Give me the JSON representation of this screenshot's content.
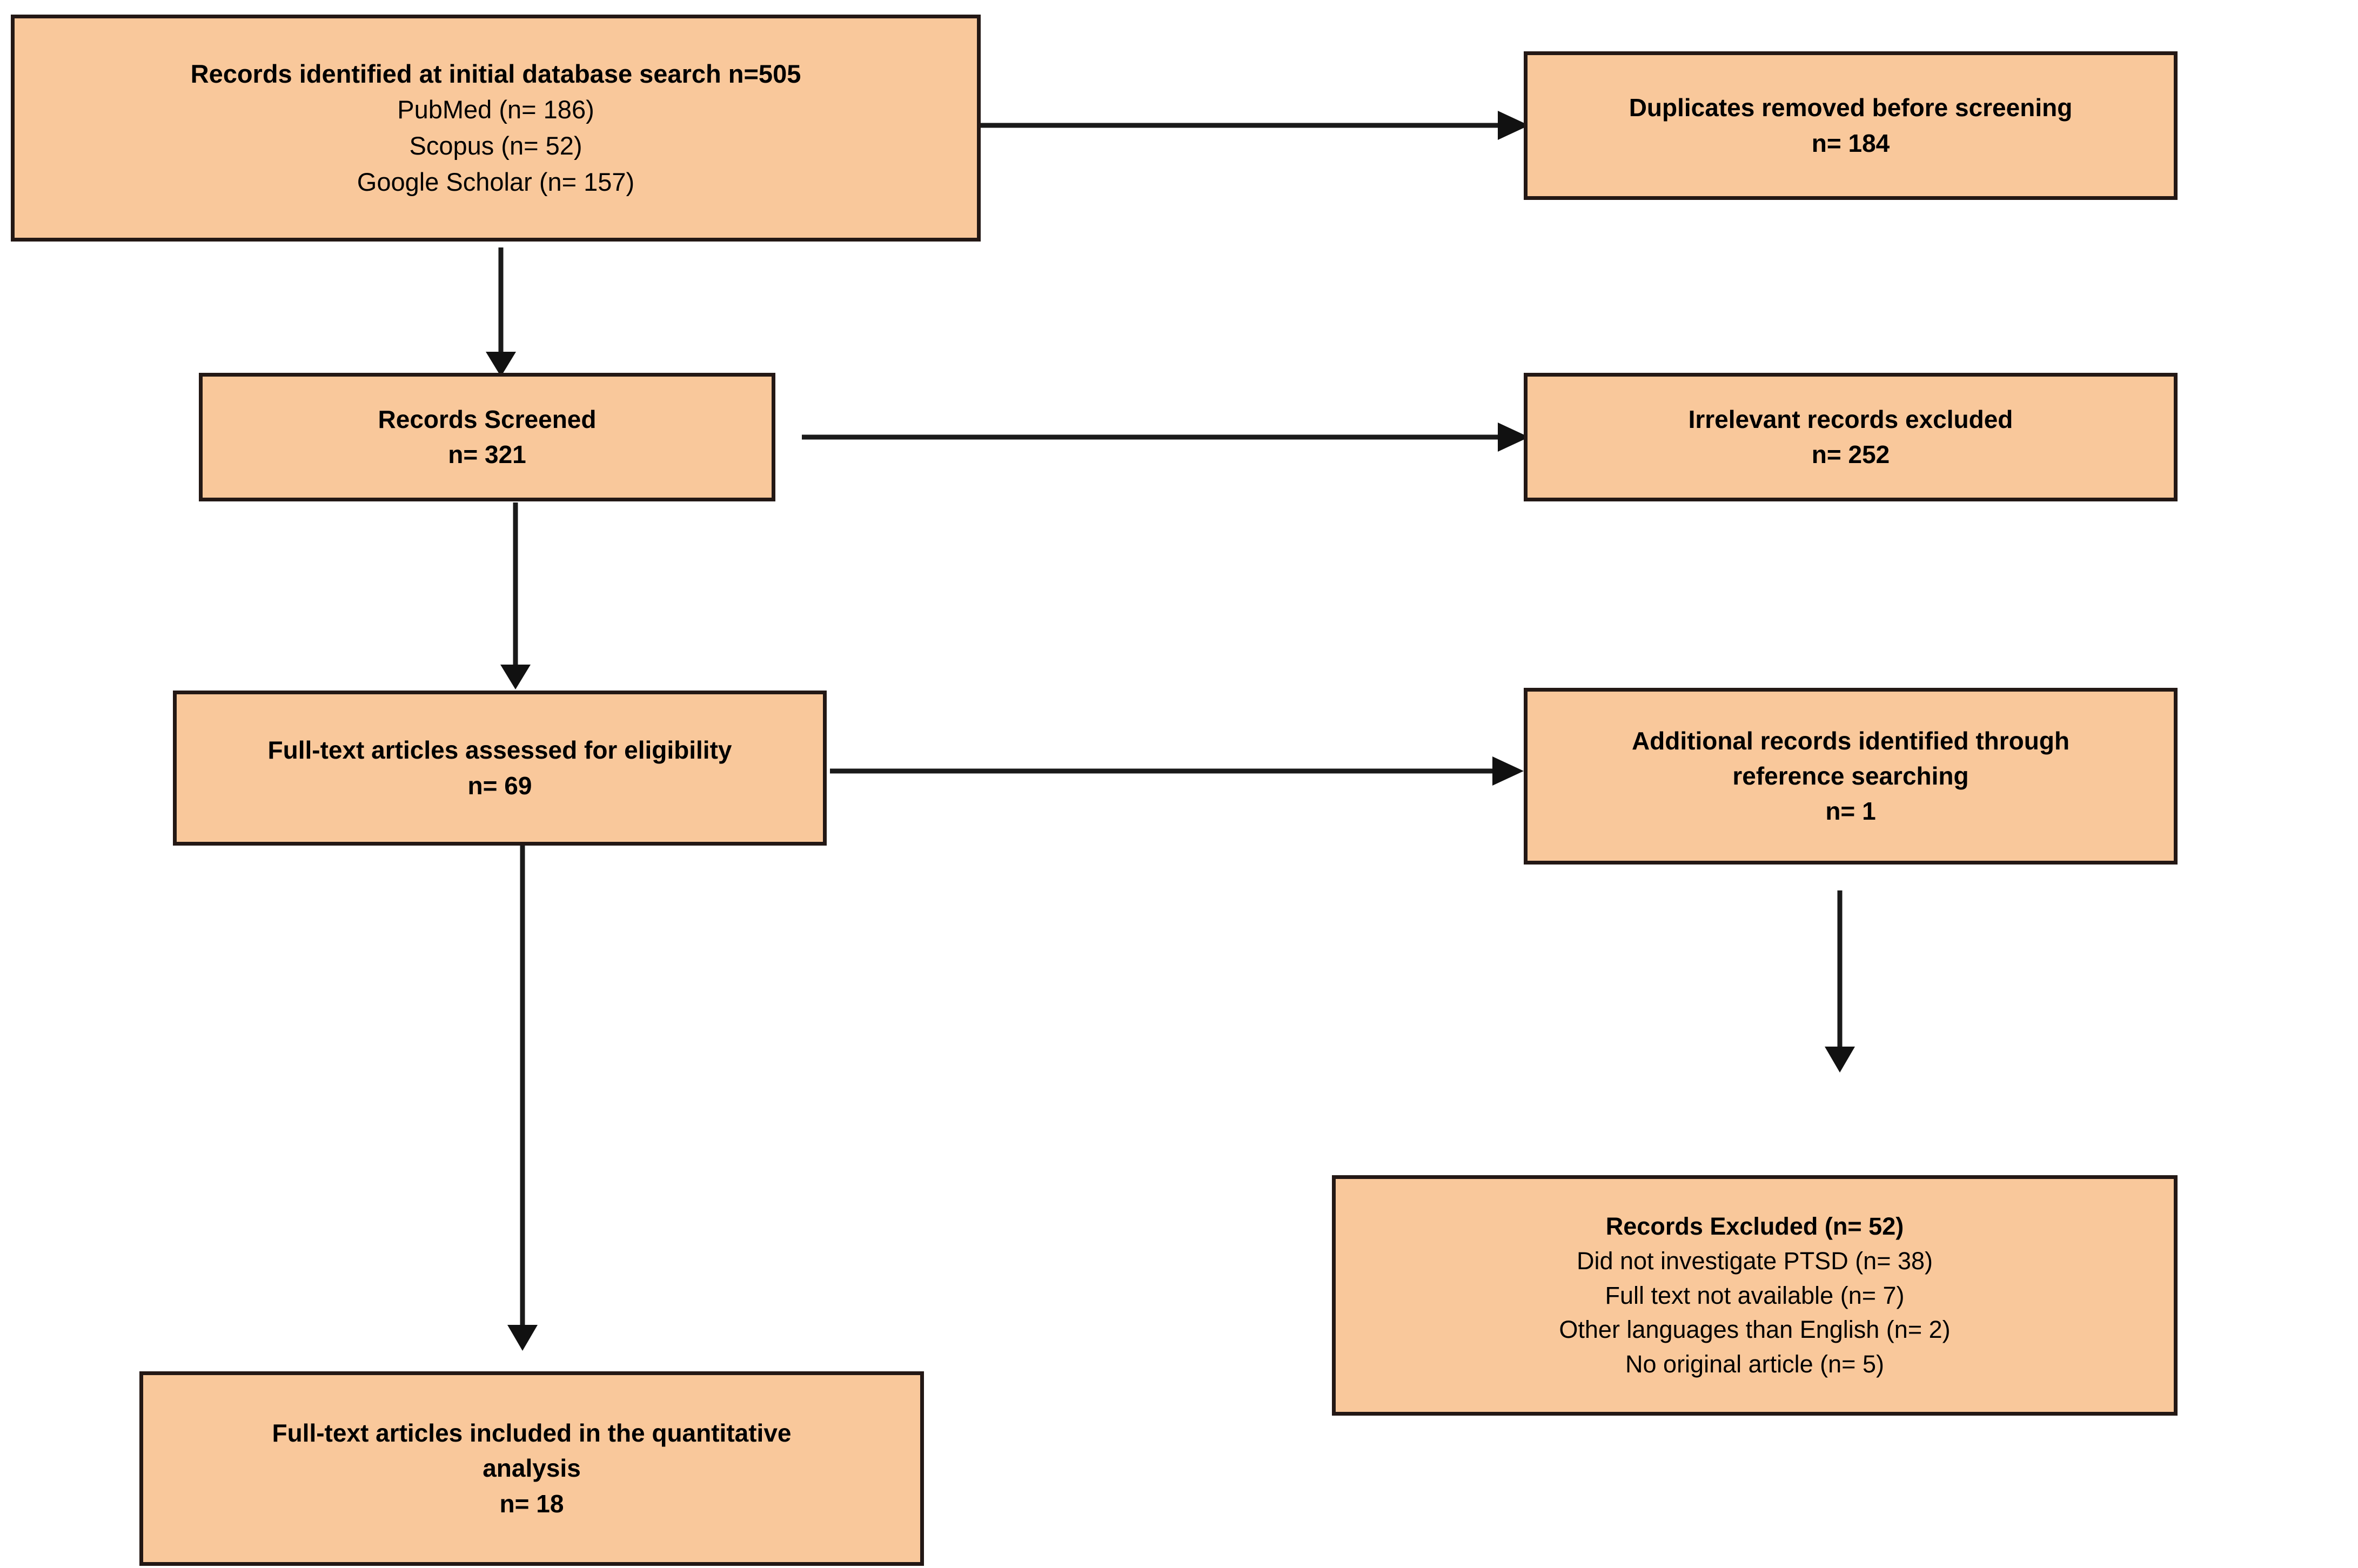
{
  "diagram": {
    "title": "PRISMA study selection flow diagram",
    "colors": {
      "box_fill": "#F9C89B",
      "box_border": "#231815",
      "connector": "#1a1a1a",
      "background": "#FFFFFF",
      "text": "#000000"
    },
    "nodes": {
      "identified": {
        "name": "records-identified",
        "lines": [
          {
            "text": "Records identified at initial database search n=505",
            "bold": true
          },
          {
            "text": "PubMed (n= 186)",
            "bold": false
          },
          {
            "text": "Scopus (n= 52)",
            "bold": false
          },
          {
            "text": "Google Scholar (n= 157)",
            "bold": false
          }
        ]
      },
      "duplicates": {
        "name": "duplicates-removed",
        "lines": [
          {
            "text": "Duplicates removed before screening",
            "bold": true
          },
          {
            "text": "n= 184",
            "bold": true
          }
        ]
      },
      "screened": {
        "name": "records-screened",
        "lines": [
          {
            "text": "Records Screened",
            "bold": true
          },
          {
            "text": "n= 321",
            "bold": true
          }
        ]
      },
      "irrelevant": {
        "name": "irrelevant-records-excluded",
        "lines": [
          {
            "text": "Irrelevant records excluded",
            "bold": true
          },
          {
            "text": "n= 252",
            "bold": true
          }
        ]
      },
      "eligibility": {
        "name": "full-text-assessed",
        "lines": [
          {
            "text": "Full-text articles assessed for eligibility",
            "bold": true
          },
          {
            "text": "n= 69",
            "bold": true
          }
        ]
      },
      "additional": {
        "name": "additional-records-reference-searching",
        "lines": [
          {
            "text": "Additional records identified through",
            "bold": true
          },
          {
            "text": "reference searching",
            "bold": true
          },
          {
            "text": "n= 1",
            "bold": true
          }
        ]
      },
      "excluded": {
        "name": "records-excluded-reasons",
        "lines": [
          {
            "text": "Records Excluded (n= 52)",
            "bold": true
          },
          {
            "text": "Did not investigate PTSD (n= 38)",
            "bold": false
          },
          {
            "text": "Full text not available (n= 7)",
            "bold": false
          },
          {
            "text": "Other languages than English (n= 2)",
            "bold": false
          },
          {
            "text": "No original article (n= 5)",
            "bold": false
          }
        ]
      },
      "included": {
        "name": "full-text-included-quantitative",
        "lines": [
          {
            "text": "Full-text articles included in the quantitative",
            "bold": true
          },
          {
            "text": "analysis",
            "bold": true
          },
          {
            "text": "n= 18",
            "bold": true
          }
        ]
      }
    },
    "connectors": [
      {
        "name": "identified-to-duplicates",
        "direction": "right"
      },
      {
        "name": "identified-to-screened",
        "direction": "down"
      },
      {
        "name": "screened-to-irrelevant",
        "direction": "right"
      },
      {
        "name": "screened-to-eligibility",
        "direction": "down"
      },
      {
        "name": "eligibility-to-additional",
        "direction": "right"
      },
      {
        "name": "additional-to-excluded",
        "direction": "down"
      },
      {
        "name": "eligibility-to-included",
        "direction": "down"
      }
    ]
  },
  "chart_data": {
    "type": "diagram",
    "title": "PRISMA study selection flow diagram",
    "stages": [
      {
        "stage": "Records identified at initial database search",
        "n": 505,
        "breakdown": [
          {
            "source": "PubMed",
            "n": 186
          },
          {
            "source": "Scopus",
            "n": 52
          },
          {
            "source": "Google Scholar",
            "n": 157
          }
        ]
      },
      {
        "stage": "Duplicates removed before screening",
        "n": 184
      },
      {
        "stage": "Records Screened",
        "n": 321
      },
      {
        "stage": "Irrelevant records excluded",
        "n": 252
      },
      {
        "stage": "Full-text articles assessed for eligibility",
        "n": 69
      },
      {
        "stage": "Additional records identified through reference searching",
        "n": 1
      },
      {
        "stage": "Records Excluded",
        "n": 52,
        "breakdown": [
          {
            "reason": "Did not investigate PTSD",
            "n": 38
          },
          {
            "reason": "Full text not available",
            "n": 7
          },
          {
            "reason": "Other languages than English",
            "n": 2
          },
          {
            "reason": "No original article",
            "n": 5
          }
        ]
      },
      {
        "stage": "Full-text articles included in the quantitative analysis",
        "n": 18
      }
    ]
  }
}
